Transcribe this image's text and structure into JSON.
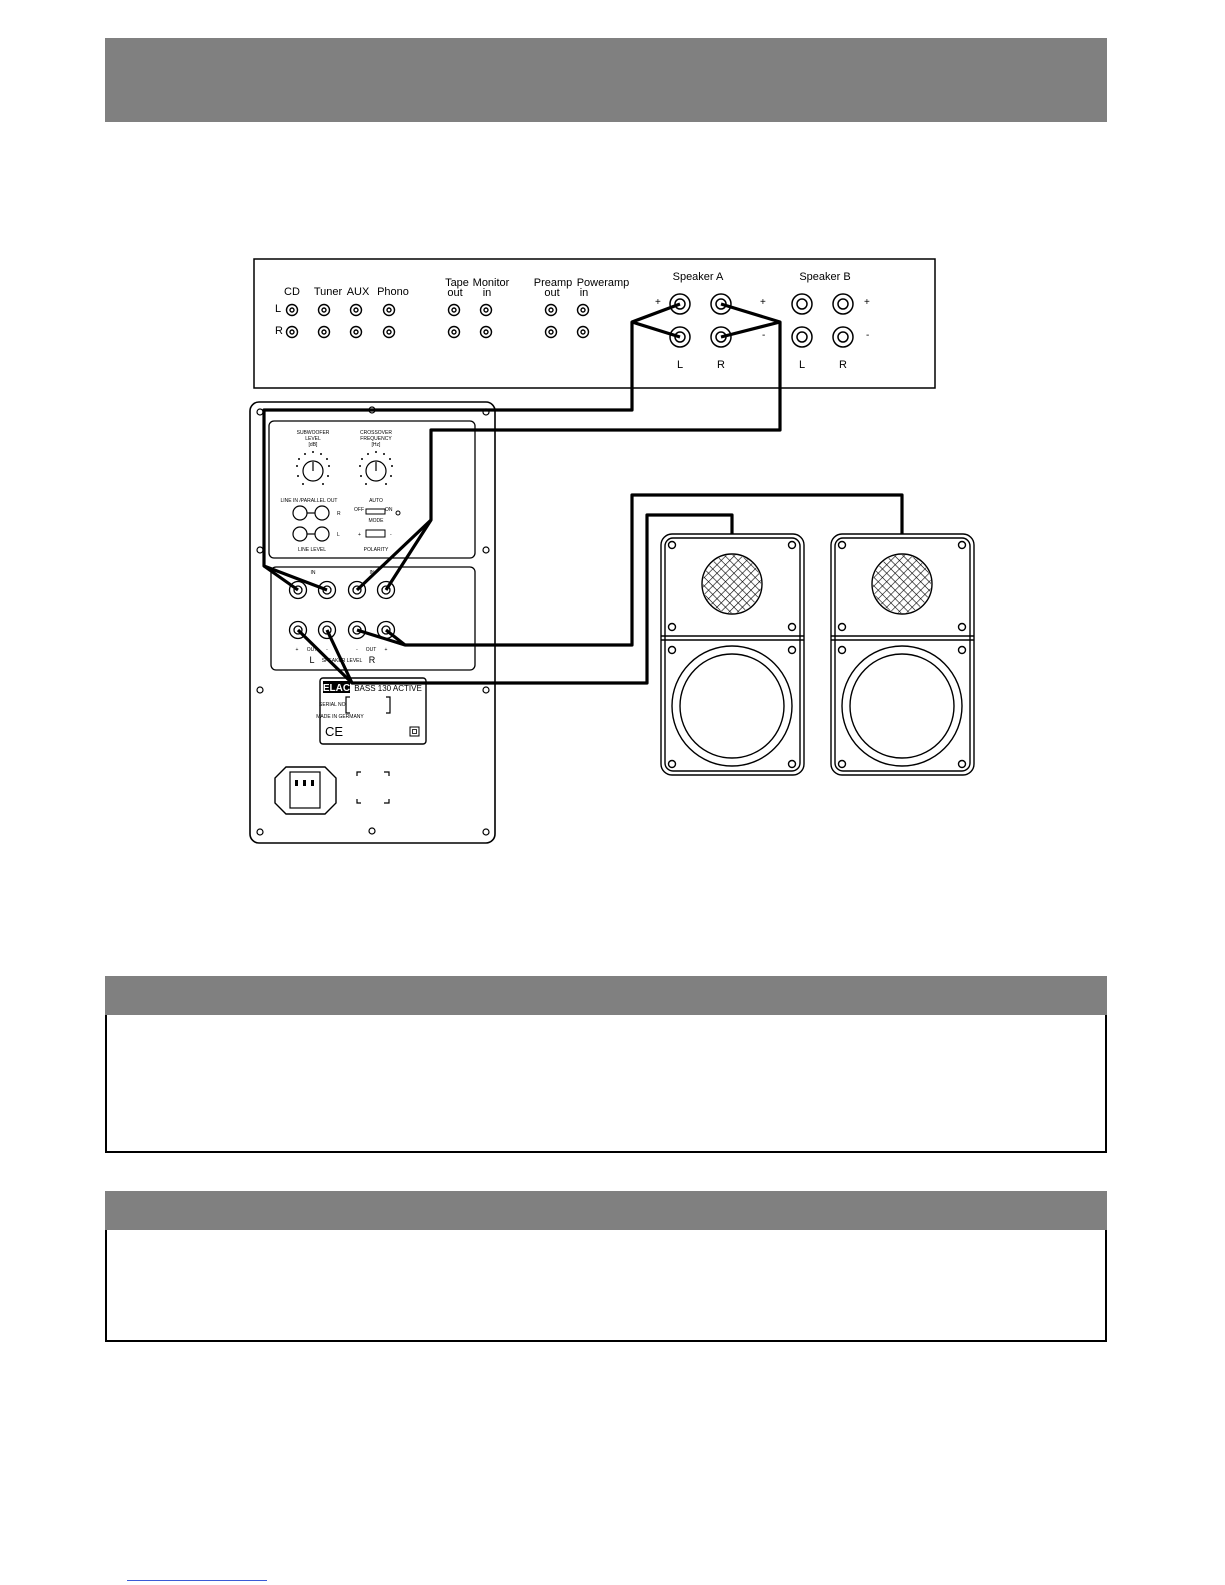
{
  "colors": {
    "bar": "#808080",
    "line": "#000000",
    "footer_link": "#3b5bd6"
  },
  "amplifier": {
    "inputs": [
      {
        "top": "CD",
        "bottom": ""
      },
      {
        "top": "Tuner",
        "bottom": ""
      },
      {
        "top": "AUX",
        "bottom": ""
      },
      {
        "top": "Phono",
        "bottom": ""
      },
      {
        "top": "Tape",
        "bottom": "out"
      },
      {
        "top": "Monitor",
        "bottom": "in"
      },
      {
        "top": "Preamp",
        "bottom": "out"
      },
      {
        "top": "Poweramp",
        "bottom": "in"
      }
    ],
    "row_labels": [
      "L",
      "R"
    ],
    "speaker_a": "Speaker A",
    "speaker_b": "Speaker B",
    "plus": "+",
    "minus": "-",
    "channel_l": "L",
    "channel_r": "R"
  },
  "subwoofer": {
    "level_title": [
      "SUBWOOFER",
      "LEVEL",
      "[dB]"
    ],
    "crossover_title": [
      "CROSSOVER",
      "FREQUENCY",
      "[Hz]"
    ],
    "line_in_out": "LINE IN /PARALLEL OUT",
    "line_level": "LINE LEVEL",
    "auto": "AUTO",
    "off": "OFF",
    "on": "ON",
    "mode": "MODE",
    "polarity": "POLARITY",
    "in_label": "IN",
    "out_label": "OUT",
    "speaker_level": "SPEAKER LEVEL",
    "plus": "+",
    "minus": "-",
    "r": "R",
    "l": "L",
    "brand": "ELAC",
    "model": "BASS 130 ACTIVE",
    "serial": "SERIAL NO.",
    "made_in": "MADE IN GERMANY",
    "ce": "CE"
  }
}
